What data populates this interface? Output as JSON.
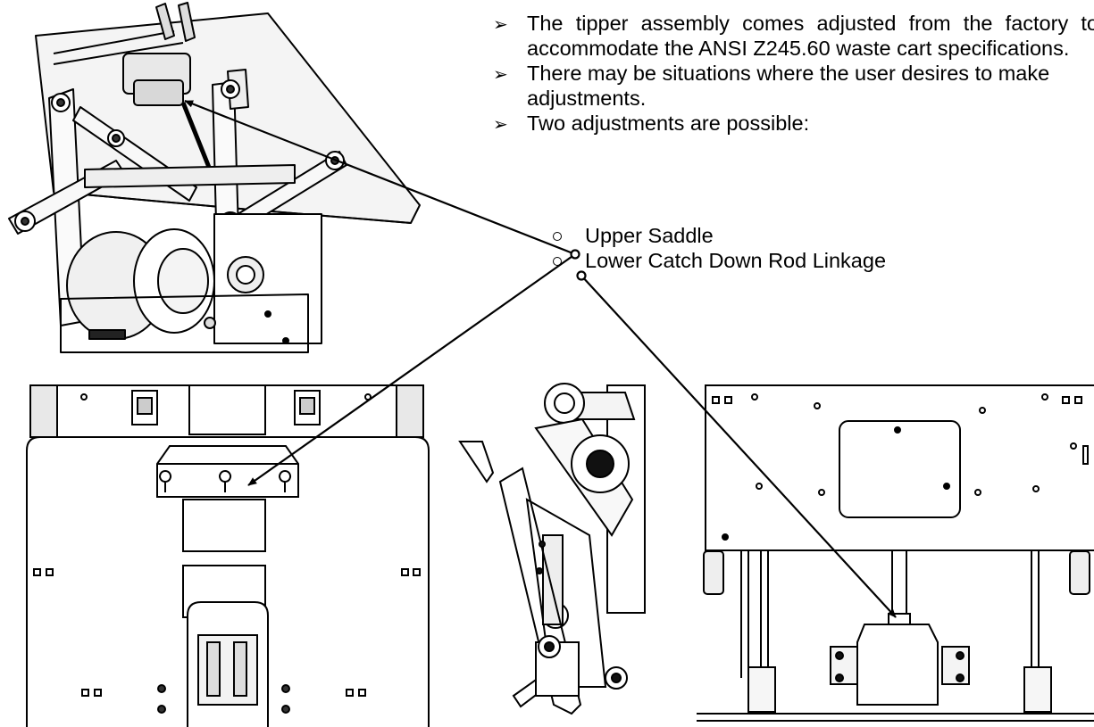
{
  "bullets": [
    "The tipper assembly comes adjusted from the factory to accommodate the ANSI Z245.60 waste cart specifications.",
    "There may be situations where the user desires to make adjustments.",
    "Two adjustments are possible:"
  ],
  "sub_bullets": [
    "Upper Saddle",
    "Lower Catch Down Rod Linkage"
  ],
  "icons": {
    "bullet": "arrowhead-bullet-icon",
    "sub_bullet": "hollow-circle-icon"
  }
}
